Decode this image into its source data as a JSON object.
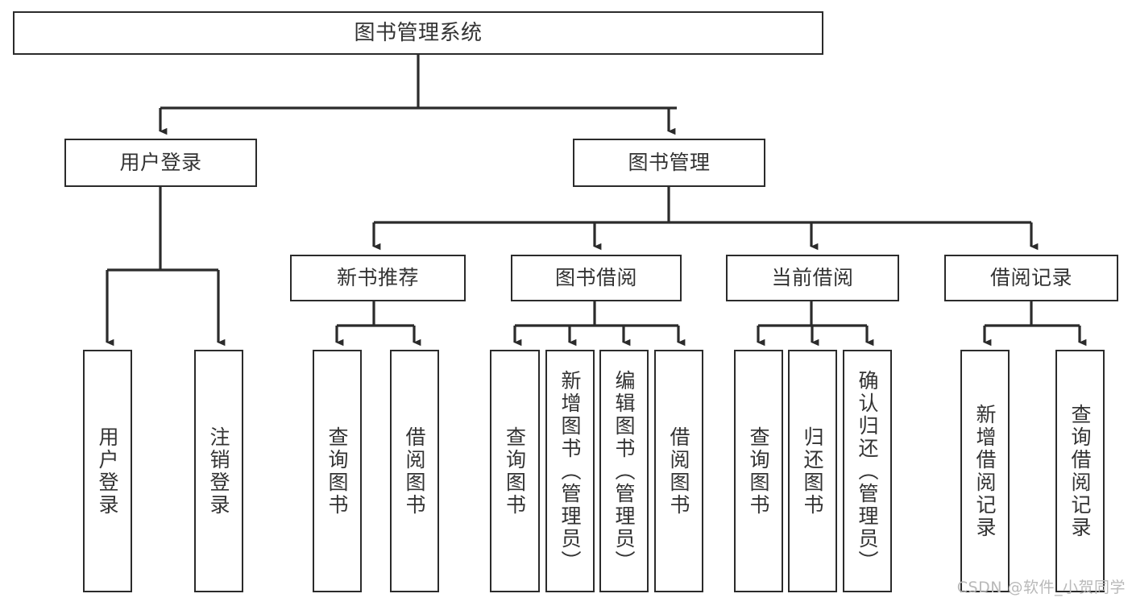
{
  "diagram": {
    "type": "hierarchy-tree",
    "title": "图书管理系统",
    "root": {
      "id": "root",
      "label": "图书管理系统"
    },
    "level1": [
      {
        "id": "user-login",
        "label": "用户登录"
      },
      {
        "id": "book-management",
        "label": "图书管理"
      }
    ],
    "level2": [
      {
        "id": "new-book-recommend",
        "label": "新书推荐",
        "parent": "book-management"
      },
      {
        "id": "book-borrow",
        "label": "图书借阅",
        "parent": "book-management"
      },
      {
        "id": "current-borrow",
        "label": "当前借阅",
        "parent": "book-management"
      },
      {
        "id": "borrow-record",
        "label": "借阅记录",
        "parent": "book-management"
      }
    ],
    "leaves": [
      {
        "id": "leaf-user-login",
        "label": "用户登录",
        "parent": "user-login"
      },
      {
        "id": "leaf-logout",
        "label": "注销登录",
        "parent": "user-login"
      },
      {
        "id": "leaf-query-book-1",
        "label": "查询图书",
        "parent": "new-book-recommend"
      },
      {
        "id": "leaf-borrow-book-1",
        "label": "借阅图书",
        "parent": "new-book-recommend"
      },
      {
        "id": "leaf-query-book-2",
        "label": "查询图书",
        "parent": "book-borrow"
      },
      {
        "id": "leaf-add-book",
        "label": "新增图书（管理员）",
        "parent": "book-borrow"
      },
      {
        "id": "leaf-edit-book",
        "label": "编辑图书（管理员）",
        "parent": "book-borrow"
      },
      {
        "id": "leaf-borrow-book-2",
        "label": "借阅图书",
        "parent": "book-borrow"
      },
      {
        "id": "leaf-query-book-3",
        "label": "查询图书",
        "parent": "current-borrow"
      },
      {
        "id": "leaf-return-book",
        "label": "归还图书",
        "parent": "current-borrow"
      },
      {
        "id": "leaf-confirm-return",
        "label": "确认归还（管理员）",
        "parent": "current-borrow"
      },
      {
        "id": "leaf-add-record",
        "label": "新增借阅记录",
        "parent": "borrow-record"
      },
      {
        "id": "leaf-query-record",
        "label": "查询借阅记录",
        "parent": "borrow-record"
      }
    ],
    "colors": {
      "stroke": "#2b2b2b",
      "text": "#333333",
      "background": "#ffffff",
      "watermark": "#b9b9b9"
    }
  },
  "watermark": {
    "text": "CSDN @软件_小贺同学"
  }
}
